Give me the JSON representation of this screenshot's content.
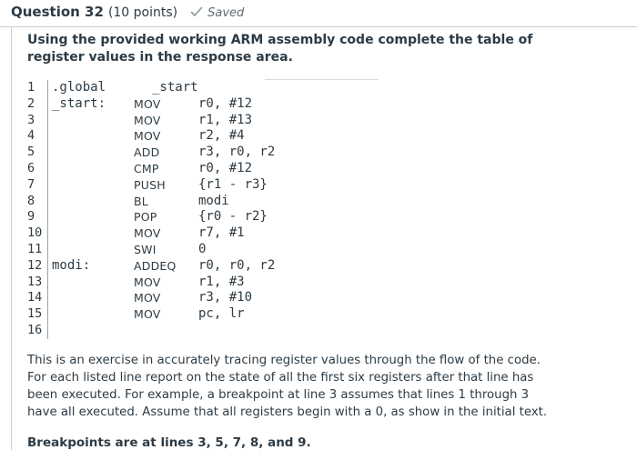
{
  "question": {
    "title": "Question 32",
    "points": "(10 points)",
    "status": "Saved",
    "status_icon": "check-icon",
    "prompt": "Using the provided working ARM assembly code complete the table of register values in the response area."
  },
  "code": {
    "lines": [
      {
        "num": "1",
        "label": ".global",
        "op": "",
        "args": "",
        "symbol": "_start"
      },
      {
        "num": "2",
        "label": "_start:",
        "op": "MOV",
        "args": "r0, #12",
        "symbol": ""
      },
      {
        "num": "3",
        "label": "",
        "op": "MOV",
        "args": "r1, #13",
        "symbol": ""
      },
      {
        "num": "4",
        "label": "",
        "op": "MOV",
        "args": "r2, #4",
        "symbol": ""
      },
      {
        "num": "5",
        "label": "",
        "op": "ADD",
        "args": "r3, r0, r2",
        "symbol": ""
      },
      {
        "num": "6",
        "label": "",
        "op": "CMP",
        "args": "r0, #12",
        "symbol": ""
      },
      {
        "num": "7",
        "label": "",
        "op": "PUSH",
        "args": "{r1 - r3}",
        "symbol": ""
      },
      {
        "num": "8",
        "label": "",
        "op": "BL",
        "args": "modi",
        "symbol": ""
      },
      {
        "num": "9",
        "label": "",
        "op": "POP",
        "args": "{r0 - r2}",
        "symbol": ""
      },
      {
        "num": "10",
        "label": "",
        "op": "MOV",
        "args": "r7, #1",
        "symbol": ""
      },
      {
        "num": "11",
        "label": "",
        "op": "SWI",
        "args": "0",
        "symbol": ""
      },
      {
        "num": "12",
        "label": "modi:",
        "op": "ADDEQ",
        "args": "r0, r0, r2",
        "symbol": ""
      },
      {
        "num": "13",
        "label": "",
        "op": "MOV",
        "args": "r1, #3",
        "symbol": ""
      },
      {
        "num": "14",
        "label": "",
        "op": "MOV",
        "args": "r3, #10",
        "symbol": ""
      },
      {
        "num": "15",
        "label": "",
        "op": "MOV",
        "args": "pc, lr",
        "symbol": ""
      },
      {
        "num": "16",
        "label": "",
        "op": "",
        "args": "",
        "symbol": ""
      }
    ]
  },
  "description": "This is an exercise in accurately tracing register values through the flow of the code. For each listed line report on the state of all the first six registers after that line has been executed. For example, a breakpoint at line 3 assumes that lines 1 through 3 have all executed. Assume that all registers begin with a 0, as show in the initial text.",
  "breakpoints": "Breakpoints are at lines 3, 5, 7, 8, and 9.",
  "colors": {
    "text": "#2d3b45",
    "muted": "#5f6c75",
    "rule": "#c7cdd1"
  }
}
